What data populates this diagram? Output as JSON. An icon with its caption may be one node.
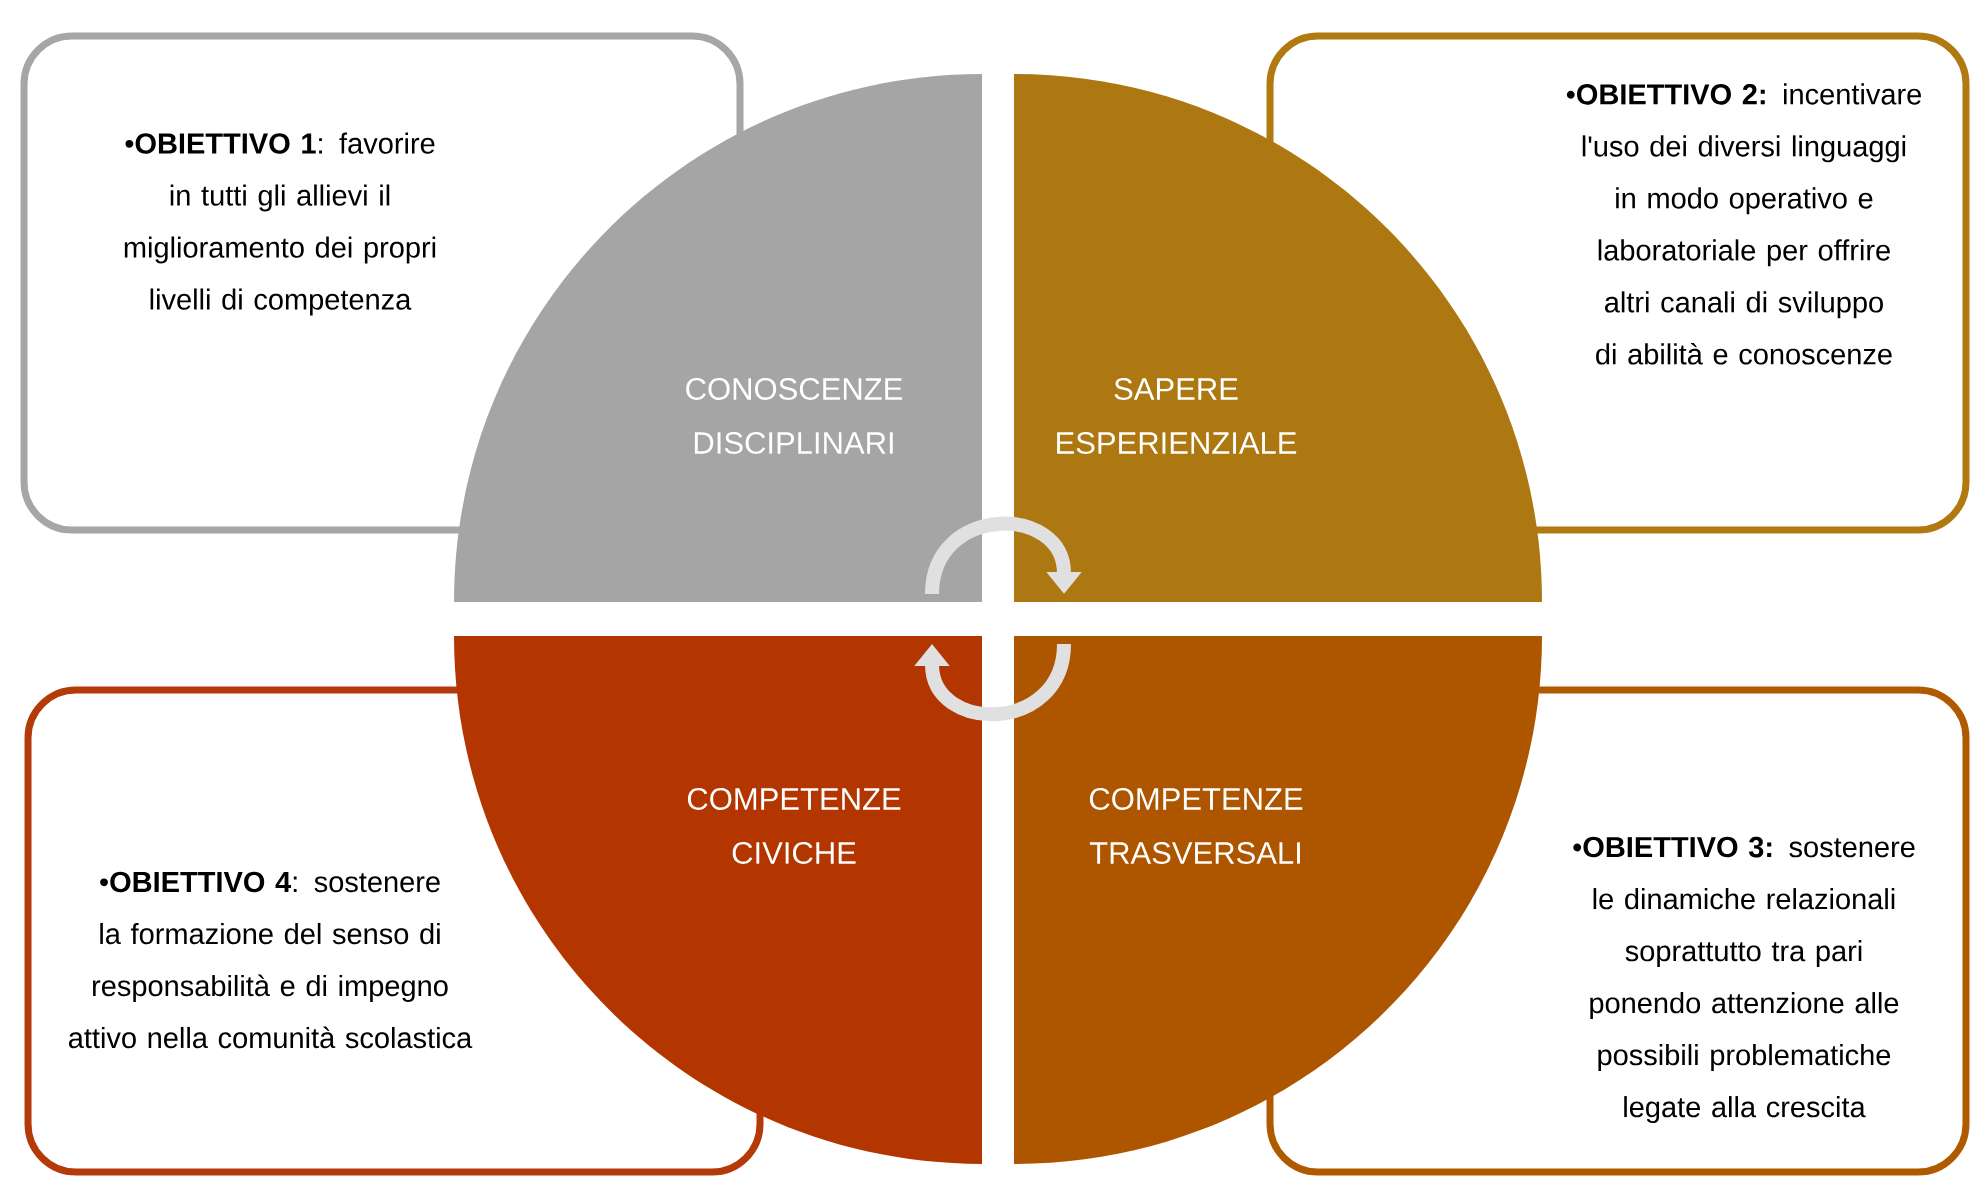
{
  "diagram": {
    "nodes": [
      {
        "text": [
          "•**OBIETTIVO 1**: favorire in tutti gli allievi il miglioramento dei propri livelli di competenza"
        ]
      },
      {
        "text": [
          "CONOSCENZE DISCIPLINARI"
        ]
      },
      {
        "text": [
          "SAPERE ESPERIENZIALE"
        ]
      },
      {
        "text": [
          "•**OBIETTIVO 2:** incentivare l'uso dei diversi linguaggi in modo operativo e laboratoriale per offrire altri canali di sviluppo di abilità e conoscenze"
        ]
      },
      {
        "text": [
          "COMPETENZE CIVICHE"
        ]
      },
      {
        "text": [
          "COMPETENZE TRASVERSALI"
        ]
      },
      {
        "text": [
          "•**OBIETTIVO 4**: sostenere la formazione del senso di responsabilità e di impegno attivo nella comunità scolastica"
        ]
      },
      {
        "text": [
          "•**OBIETTIVO 3:** sostenere le dinamiche relazionali soprattutto tra pari ponendo attenzione alle possibili problematiche legate alla crescita"
        ]
      }
    ],
    "edges": [
      {
        "from": 1,
        "to": 2,
        "arrow": "to"
      },
      {
        "from": 5,
        "to": 4,
        "arrow": "to"
      }
    ]
  }
}
